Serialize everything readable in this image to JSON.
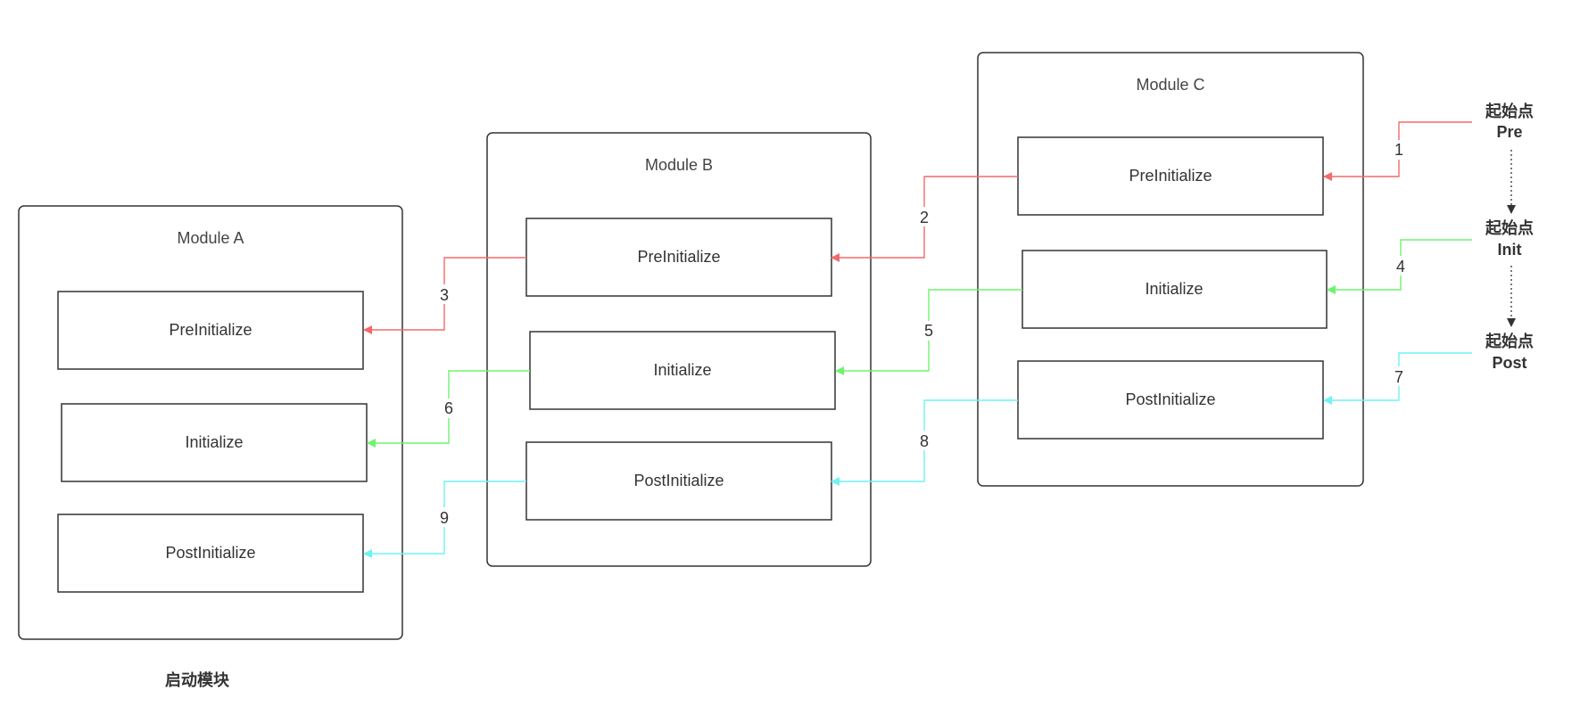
{
  "colors": {
    "pre": "#f46a6a",
    "init": "#6ef36e",
    "post": "#6ff3f3",
    "border": "#333333",
    "dotted": "#333333"
  },
  "modules": {
    "c": {
      "title": "Module C",
      "pre": "PreInitialize",
      "init": "Initialize",
      "post": "PostInitialize"
    },
    "b": {
      "title": "Module B",
      "pre": "PreInitialize",
      "init": "Initialize",
      "post": "PostInitialize"
    },
    "a": {
      "title": "Module A",
      "pre": "PreInitialize",
      "init": "Initialize",
      "post": "PostInitialize"
    }
  },
  "start_points": {
    "pre": [
      "起始点",
      "Pre"
    ],
    "init": [
      "起始点",
      "Init"
    ],
    "post": [
      "起始点",
      "Post"
    ]
  },
  "steps": [
    "1",
    "2",
    "3",
    "4",
    "5",
    "6",
    "7",
    "8",
    "9"
  ],
  "caption": "启动模块"
}
